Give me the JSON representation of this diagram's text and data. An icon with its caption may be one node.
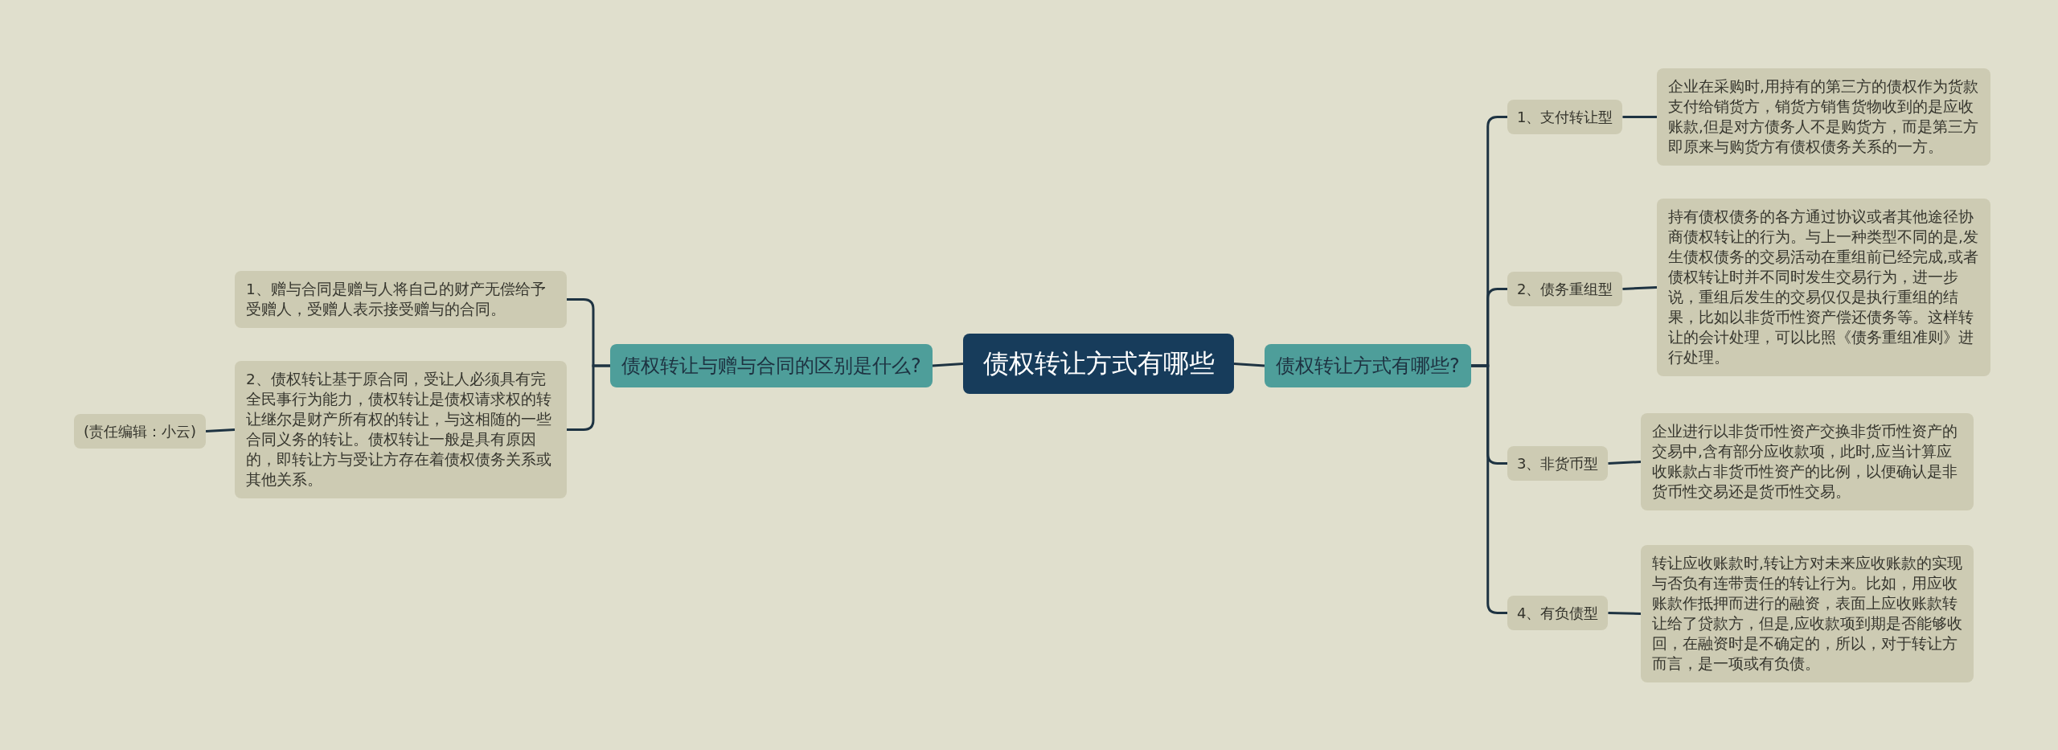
{
  "diagram": {
    "nodes": [
      {
        "text": [
          "债权转让方式有哪些"
        ]
      },
      {
        "text": [
          "债权转让与赠与合同的区别是什么?"
        ]
      },
      {
        "text": [
          "1、赠与合同是赠与人将自己的财产无偿给予受赠人，受赠人表示接受赠与的合同。"
        ]
      },
      {
        "text": [
          "2、债权转让基于原合同，受让人必须具有完全民事行为能力，债权转让是债权请求权的转让继尔是财产所有权的转让，与这相随的一些合同义务的转让。债权转让一般是具有原因的，即转让方与受让方存在着债权债务关系或其他关系。"
        ]
      },
      {
        "text": [
          "(责任编辑：小云)"
        ]
      },
      {
        "text": [
          "债权转让方式有哪些?"
        ]
      },
      {
        "text": [
          "1、支付转让型"
        ]
      },
      {
        "text": [
          "企业在采购时,用持有的第三方的债权作为货款支付给销货方，销货方销售货物收到的是应收账款,但是对方债务人不是购货方，而是第三方即原来与购货方有债权债务关系的一方。"
        ]
      },
      {
        "text": [
          "2、债务重组型"
        ]
      },
      {
        "text": [
          "持有债权债务的各方通过协议或者其他途径协商债权转让的行为。与上一种类型不同的是,发生债权债务的交易活动在重组前已经完成,或者债权转让时并不同时发生交易行为，进一步说，重组后发生的交易仅仅是执行重组的结果，比如以非货币性资产偿还债务等。这样转让的会计处理，可以比照《债务重组准则》进行处理。"
        ]
      },
      {
        "text": [
          "3、非货币型"
        ]
      },
      {
        "text": [
          "企业进行以非货币性资产交换非货币性资产的交易中,含有部分应收款项，此时,应当计算应收账款占非货币性资产的比例，以便确认是非货币性交易还是货币性交易。"
        ]
      },
      {
        "text": [
          "4、有负债型"
        ]
      },
      {
        "text": [
          "转让应收账款时,转让方对未来应收账款的实现与否负有连带责任的转让行为。比如，用应收账款作抵押而进行的融资，表面上应收账款转让给了贷款方，但是,应收款项到期是否能够收回，在融资时是不确定的，所以，对于转让方而言，是一项或有负债。"
        ]
      }
    ],
    "edges": [
      {
        "from": 0,
        "to": 1,
        "arrow": "none"
      },
      {
        "from": 1,
        "to": 2,
        "arrow": "none"
      },
      {
        "from": 1,
        "to": 3,
        "arrow": "none"
      },
      {
        "from": 3,
        "to": 4,
        "arrow": "none"
      },
      {
        "from": 0,
        "to": 5,
        "arrow": "none"
      },
      {
        "from": 5,
        "to": 6,
        "arrow": "none"
      },
      {
        "from": 6,
        "to": 7,
        "arrow": "none"
      },
      {
        "from": 5,
        "to": 8,
        "arrow": "none"
      },
      {
        "from": 8,
        "to": 9,
        "arrow": "none"
      },
      {
        "from": 5,
        "to": 10,
        "arrow": "none"
      },
      {
        "from": 10,
        "to": 11,
        "arrow": "none"
      },
      {
        "from": 5,
        "to": 12,
        "arrow": "none"
      },
      {
        "from": 12,
        "to": 13,
        "arrow": "none"
      }
    ]
  }
}
